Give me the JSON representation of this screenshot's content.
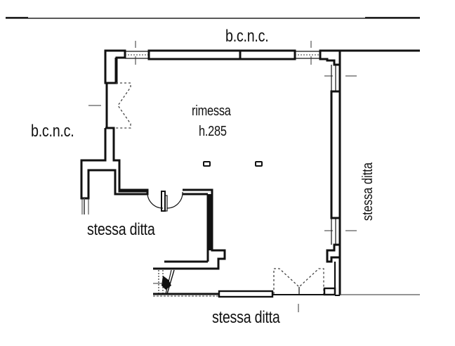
{
  "plan": {
    "type": "floor-plan",
    "room": {
      "name": "rimessa",
      "height": "h.285"
    },
    "labels": {
      "top": "b.c.n.c.",
      "left": "b.c.n.c.",
      "right": "stessa ditta",
      "bottom_left": "stessa ditta",
      "bottom": "stessa ditta"
    },
    "colors": {
      "line": "#111111",
      "background": "#ffffff"
    }
  }
}
